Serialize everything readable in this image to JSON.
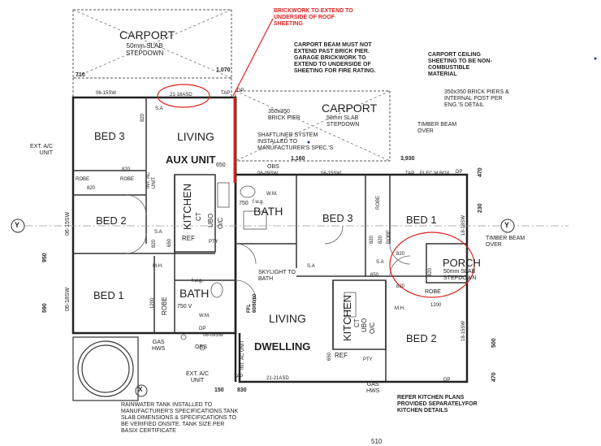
{
  "labels": {
    "carport_top": "CARPORT",
    "carport_top_slab": "50mm SLAB\nSTEPDOWN",
    "dim_710": "710",
    "dim_1070": "1,070",
    "note_brickwork": "BRICKWORK TO EXTEND TO\nUNDERSIDE OF ROOF\nSHEETING",
    "note_carport_beam": "CARPORT BEAM MUST NOT\nEXTEND PAST BRICK PIER.\nGARAGE BRICKWORK TO\nEXTEND TO UNDERSIDE OF\nSHEETING FOR FIRE RATING.",
    "note_ceiling": "CARPORT CEILING\nSHEETING TO BE NON-\nCOMBUSTIBLE\nMATERIAL",
    "note_piers": "350x350 BRICK PIERS &\nINTERNAL POST PER\nENG.'S DETAIL",
    "win_06_15sw_a": "06-15SW",
    "win_21_18asd": "21-18ASD",
    "dp": "DP",
    "tap": "TAP",
    "sa": "S.A",
    "brick_pier": "350x350\nBRICK PIER",
    "carport_right": "CARPORT",
    "carport_right_slab": "50mm SLAB\nSTEPDOWN",
    "timber_beam_over_top": "TIMBER BEAM\nOVER",
    "bed3_aux": "BED 3",
    "living_aux": "LIVING",
    "aux_unit": "AUX UNIT",
    "shaftliner": "SHAFTLINER SYSTEM\nINSTALLED TO\nMANUFACTURER'S SPEC.'S",
    "ext_ac_top": "EXT. A/C\nUNIT",
    "d820": "820",
    "robe": "ROBE",
    "int_ac_unit": "INT. AC\nUNIT",
    "d650": "650",
    "obs": "OBS",
    "d1160": "1,160",
    "win_06_09sw": "06-09SW",
    "win_06_15sw_b": "06-15SW",
    "d3930": "3,930",
    "elec_mbox": "ELEC.M.BOX",
    "d470": "470",
    "d230": "230",
    "kitchen": "KITCHEN",
    "wm": "W.M.",
    "d750": "750",
    "fwg": "f.w.g.",
    "bath": "BATH",
    "bed3_dw": "BED 3",
    "bed1": "BED 1",
    "win_18_18sw": "18-18SW",
    "timber_beam_over_right": "TIMBER BEAM\nOVER",
    "bed2_aux": "BED 2",
    "ct": "CT",
    "ubo": "UBO",
    "oc": "O/C",
    "ref": "REF",
    "pty": "PTY",
    "win_06_15sw_left": "06-15SW",
    "win_06_18sw_left": "06-18SW",
    "d950": "950",
    "d590": "590",
    "mh": "M.H.",
    "porch": "PORCH",
    "porch_slab": "50mm SLAB\nSTEPDOWN",
    "skylight": "SKYLIGHT TO\nBATH",
    "bed1_aux": "BED 1",
    "bath_aux": "BATH",
    "d1200": "1200",
    "d750v": "750 V",
    "wm_aux": "W.M.",
    "win_06_09sw_b": "06-09SW",
    "ffl": "FFL\n60/60/60",
    "living_dw": "LIVING",
    "dwelling": "DWELLING",
    "kitchen_dw": "KITCHEN",
    "ct_dw": "CT",
    "ubo_dw": "UBO",
    "oc_dw": "O/C",
    "bed2_dw": "BED 2",
    "win_18_15sw": "18-15SW",
    "d500": "500",
    "gas_hws_left": "GAS\nHWS",
    "ext_ac_bottom": "EXT. A/C\nUNIT",
    "int_ac_dw": "INT. AC UNIT",
    "win_21_21asd": "21-21ASD",
    "d150": "150",
    "d830": "830",
    "gas_hws_right": "GAS\nHWS",
    "note_tank": "RAINWATER TANK INSTALLED TO\nMANUFACTURER'S SPECIFICATIONS.TANK\nSLAB DIMENSIONS & SPECIFICATIONS TO\nBE VERIFIED ONSITE. TANK SIZE PER\nBASIX CERTIFICATE",
    "note_kitchen": "REFER KITCHEN PLANS\nPROVIDED SEPARATELYFOR\nKITCHEN DETAILS",
    "d510": "510",
    "y_left": "Y",
    "y_right": "Y",
    "x_marker": "X"
  },
  "colors": {
    "line": "#333333",
    "red": "#e02020",
    "grid": "#bbbbbb"
  }
}
